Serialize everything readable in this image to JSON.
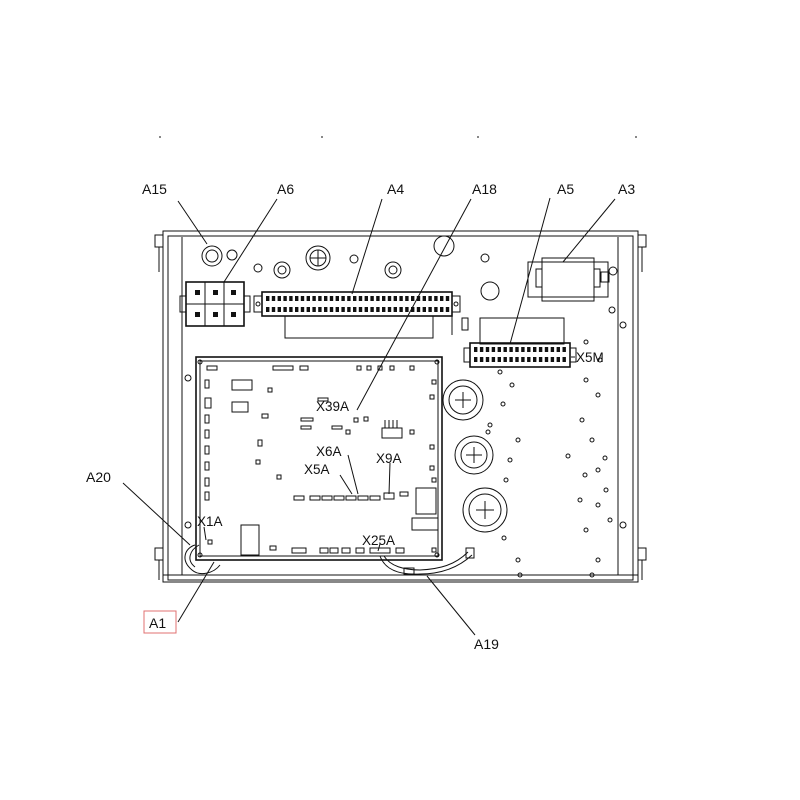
{
  "diagram": {
    "callouts": {
      "a15": "A15",
      "a6": "A6",
      "a4": "A4",
      "a18": "A18",
      "a5": "A5",
      "a3": "A3",
      "a20": "A20",
      "a1": "A1",
      "a19": "A19"
    },
    "connectors": {
      "x39a": "X39A",
      "x6a": "X6A",
      "x5a": "X5A",
      "x9a": "X9A",
      "x1a": "X1A",
      "x25a": "X25A",
      "x5m": "X5M"
    },
    "colors": {
      "line": "#111111",
      "highlight": "#e07070"
    }
  }
}
